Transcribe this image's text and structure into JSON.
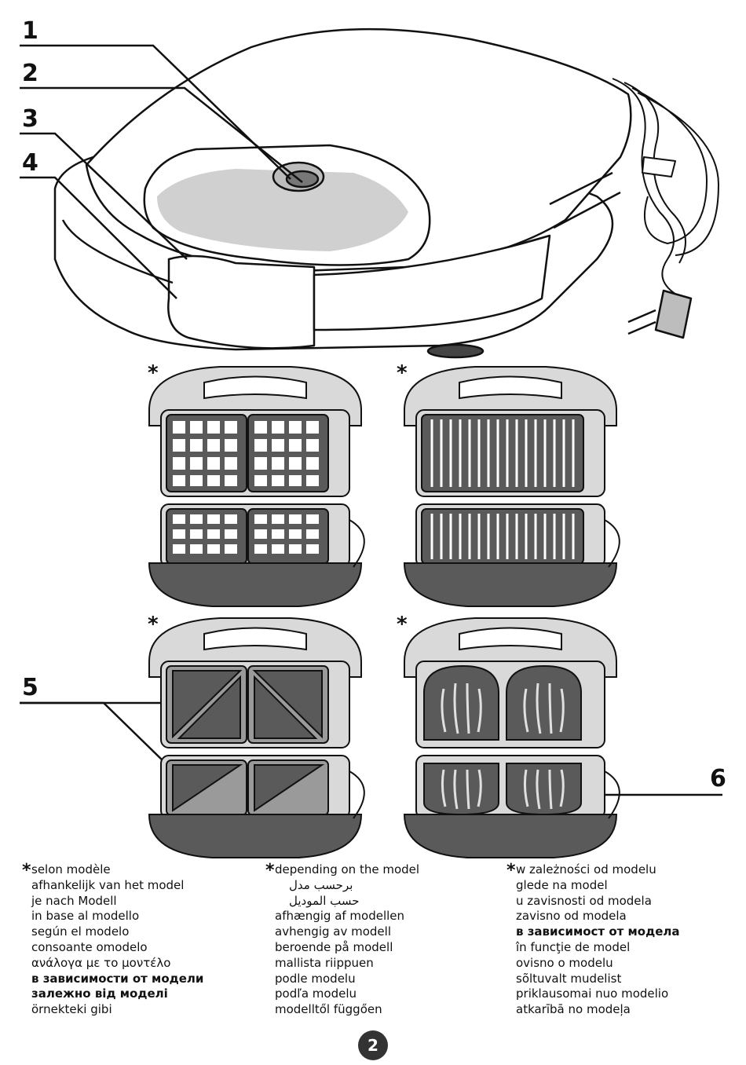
{
  "callouts": {
    "c1": "1",
    "c2": "2",
    "c3": "3",
    "c4": "4",
    "c5": "5",
    "c6": "6"
  },
  "plate_markers": [
    "*",
    "*",
    "*",
    "*"
  ],
  "footnote_marker": "*",
  "notes": {
    "col1": [
      "selon modèle",
      "afhankelijk van het model",
      "je nach Modell",
      "in base al modello",
      "según el modelo",
      "consoante omodelo",
      "ανάλογα με το μοντέλο",
      "в зависимости от модели",
      "залежно від моделі",
      "örnekteki gibi"
    ],
    "col2": [
      "depending on the model",
      "برحسب مدل",
      "حسب الموديل",
      "afhængig af modellen",
      "avhengig av modell",
      "beroende på modell",
      "mallista riippuen",
      "podle modelu",
      "podľa modelu",
      "modelltől függően"
    ],
    "col3": [
      "w zależności od modelu",
      "glede na model",
      "u zavisnosti od modela",
      "zavisno od modela",
      "в зависимост от модела",
      "în funcţie de model",
      "ovisno o modelu",
      "sõltuvalt mudelist",
      "priklausomai nuo modelio",
      "atkarībā no modeļa"
    ]
  },
  "page_number": "2",
  "colors": {
    "frame": "#d9d9d9",
    "plate": "#5a5a5a",
    "outline": "#111111",
    "handle": "#bdbdbd"
  }
}
